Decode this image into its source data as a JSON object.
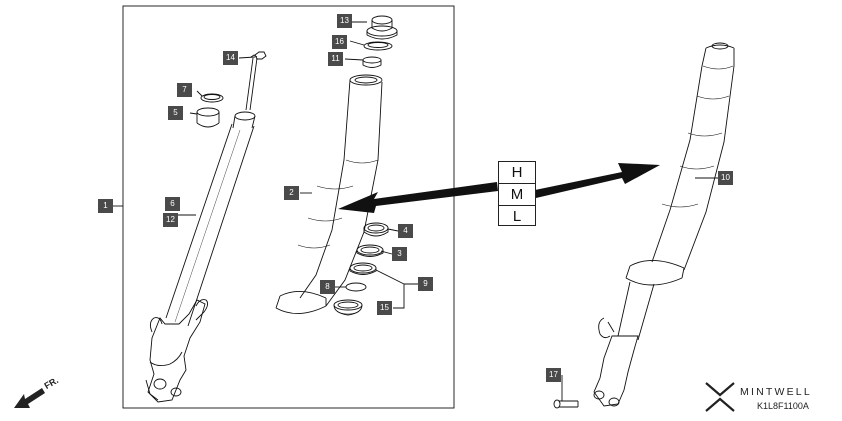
{
  "callouts": {
    "c1": "1",
    "c2": "2",
    "c3": "3",
    "c4": "4",
    "c5": "5",
    "c6": "6",
    "c7": "7",
    "c8": "8",
    "c9": "9",
    "c10": "10",
    "c11": "11",
    "c12": "12",
    "c13": "13",
    "c14": "14",
    "c15": "15",
    "c16": "16",
    "c17": "17"
  },
  "grade_table": [
    "H",
    "M",
    "L"
  ],
  "direction_label": "FR.",
  "brand": "MINTWELL",
  "diagram_code": "K1L8F1100A",
  "colors": {
    "callout_bg": "#4a4a4a",
    "line": "#111111"
  }
}
